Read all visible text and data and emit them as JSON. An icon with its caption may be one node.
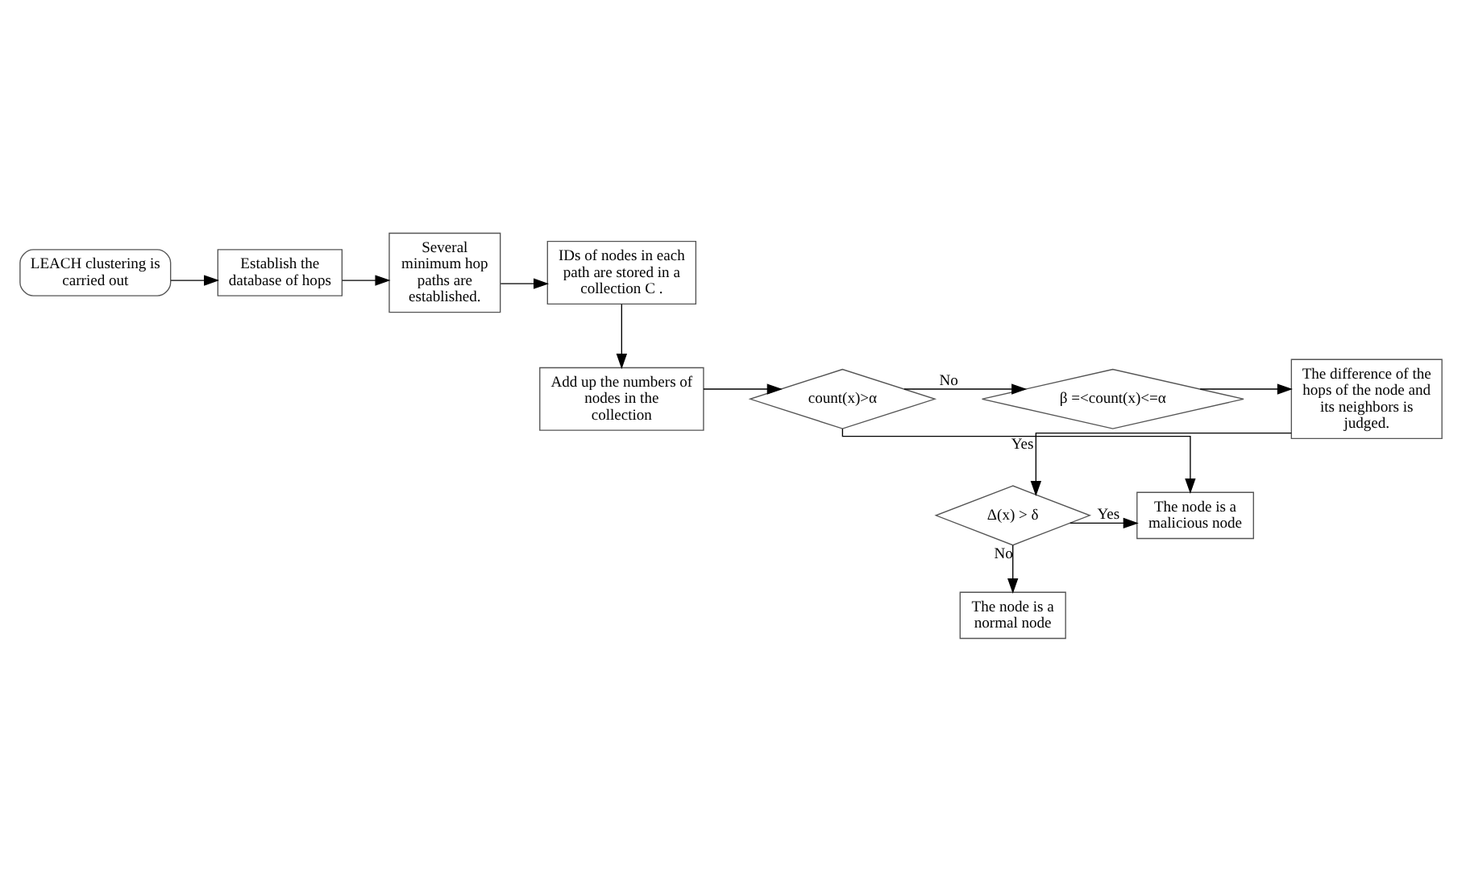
{
  "diagram": {
    "nodes": [
      {
        "text": [
          "LEACH clustering is carried out"
        ]
      },
      {
        "text": [
          "Establish the database of hops"
        ]
      },
      {
        "text": [
          "Several minimum hop paths are established."
        ]
      },
      {
        "text": [
          "IDs of nodes in each path are stored in a collection C ."
        ]
      },
      {
        "text": [
          "Add up the numbers of nodes in the collection"
        ]
      },
      {
        "text": [
          "count(x)>α"
        ]
      },
      {
        "text": [
          "β =<count(x)<=α"
        ]
      },
      {
        "text": [
          "The difference of the hops of the node and its neighbors is judged."
        ]
      },
      {
        "text": [
          "Δ(x) > δ"
        ]
      },
      {
        "text": [
          "The node is a malicious node"
        ]
      },
      {
        "text": [
          "The node is a normal node"
        ]
      }
    ],
    "edges": [
      {
        "from": 0,
        "to": 1,
        "arrow": "to"
      },
      {
        "from": 1,
        "to": 2,
        "arrow": "to"
      },
      {
        "from": 2,
        "to": 3,
        "arrow": "to"
      },
      {
        "from": 3,
        "to": 4,
        "arrow": "to"
      },
      {
        "from": 4,
        "to": 5,
        "arrow": "to"
      },
      {
        "from": 5,
        "to": 6,
        "arrow": "to",
        "label": "No"
      },
      {
        "from": 5,
        "to": 9,
        "arrow": "to",
        "label": "Yes"
      },
      {
        "from": 6,
        "to": 7,
        "arrow": "to"
      },
      {
        "from": 7,
        "to": 8,
        "arrow": "to"
      },
      {
        "from": 8,
        "to": 9,
        "arrow": "to",
        "label": "Yes"
      },
      {
        "from": 8,
        "to": 10,
        "arrow": "to",
        "label": "No"
      }
    ]
  }
}
